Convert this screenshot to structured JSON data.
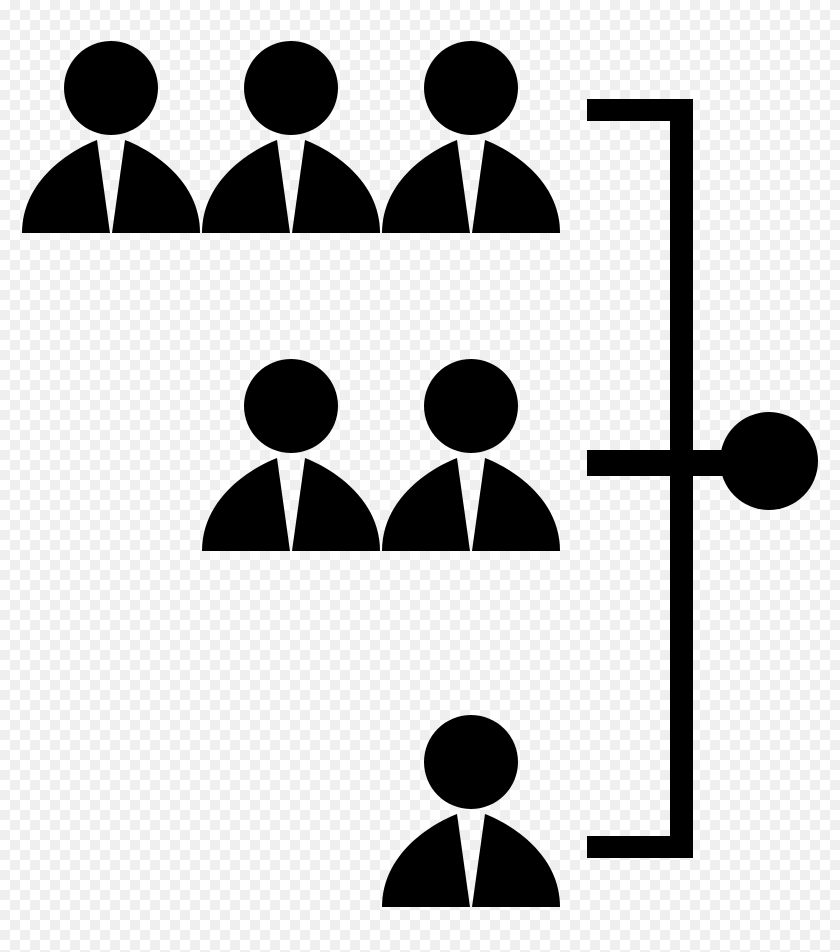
{
  "icon": {
    "name": "organization-hierarchy-icon",
    "color": "#000000",
    "groups": [
      {
        "name": "top-row",
        "people": 3
      },
      {
        "name": "middle-row",
        "people": 2
      },
      {
        "name": "bottom-row",
        "people": 1
      }
    ]
  }
}
